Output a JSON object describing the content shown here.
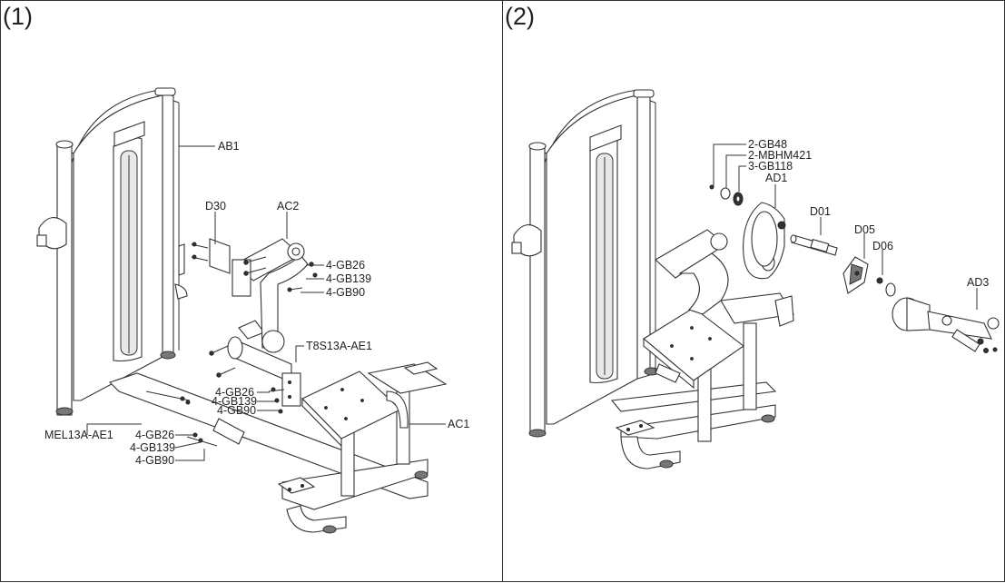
{
  "panel1": {
    "label": "(1)",
    "callouts": {
      "ab1": "AB1",
      "d30": "D30",
      "ac2": "AC2",
      "gb26_a": "4-GB26",
      "gb139_a": "4-GB139",
      "gb90_a": "4-GB90",
      "t8s13a": "T8S13A-AE1",
      "gb26_b": "4-GB26",
      "gb139_b": "4-GB139",
      "gb90_b": "4-GB90",
      "ac1": "AC1",
      "mel13a": "MEL13A-AE1",
      "gb26_c": "4-GB26",
      "gb139_c": "4-GB139",
      "gb90_c": "4-GB90"
    }
  },
  "panel2": {
    "label": "(2)",
    "callouts": {
      "gb48": "2-GB48",
      "mbhm421": "2-MBHM421",
      "gb118": "3-GB118",
      "ad1": "AD1",
      "d01": "D01",
      "d05": "D05",
      "d06": "D06",
      "ad3": "AD3"
    }
  }
}
